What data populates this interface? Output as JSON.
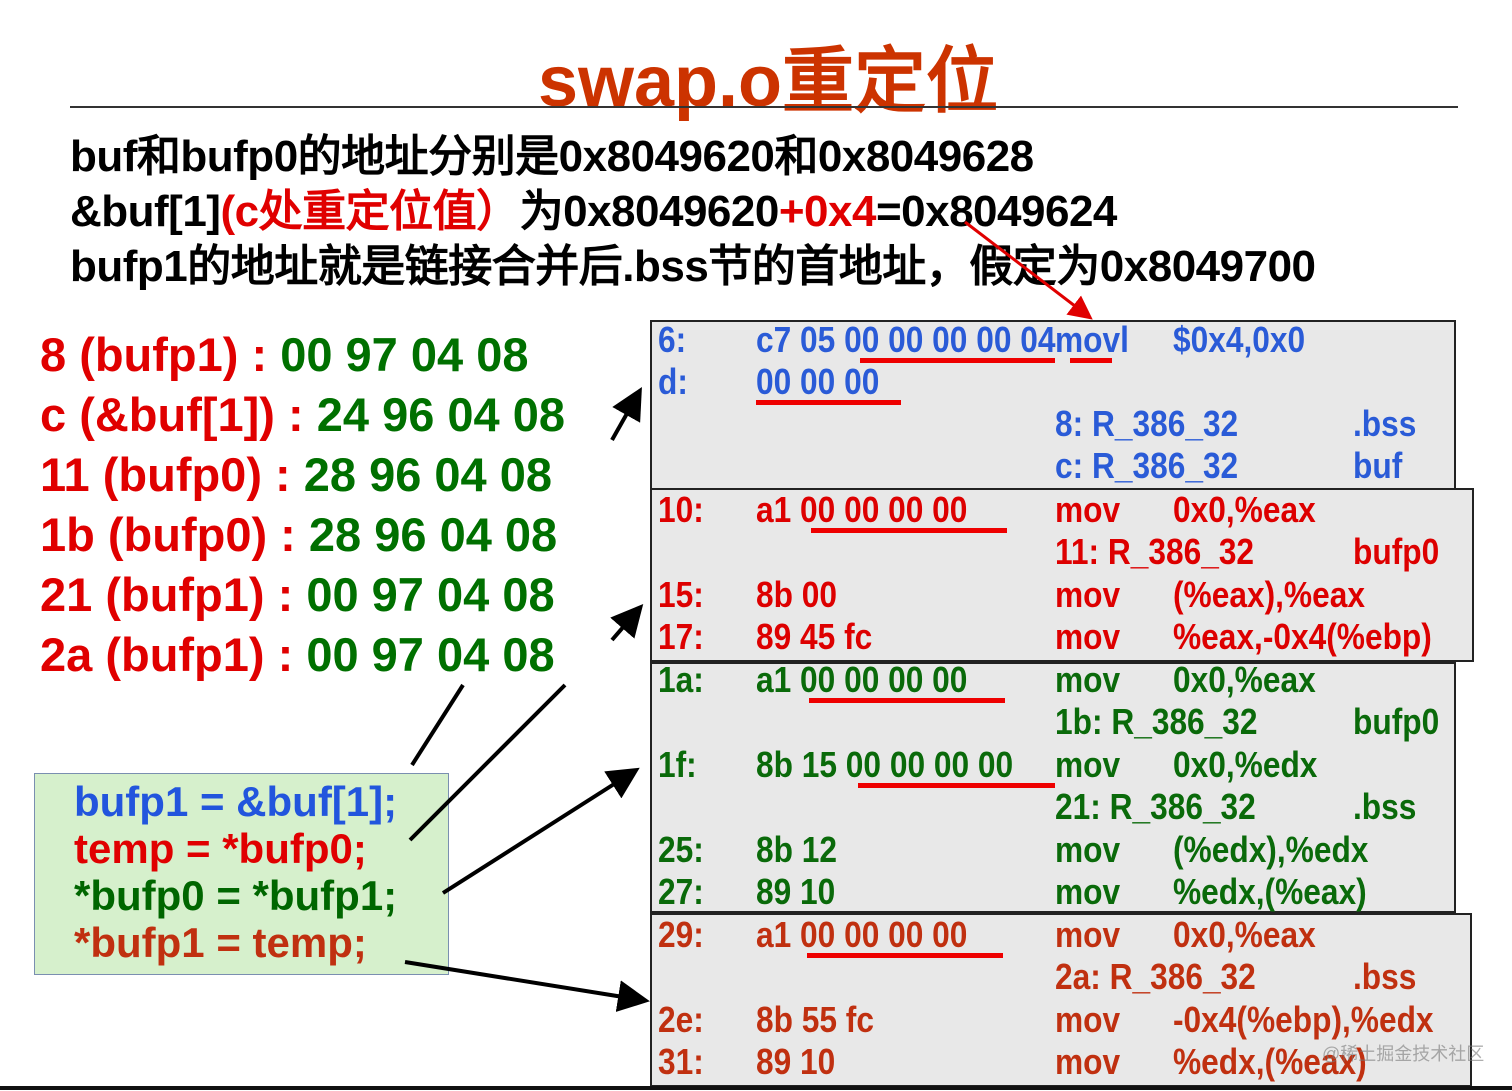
{
  "title": "swap.o重定位",
  "text_lines": {
    "line1": "buf和bufp0的地址分别是0x8049620和0x8049628",
    "line2": {
      "a": "&buf[1]",
      "b": "(c处重定位值）",
      "c": "为0x8049620",
      "d": "+0x4",
      "e": "=0x8049624"
    },
    "line3": "bufp1的地址就是链接合并后.bss节的首地址，假定为0x8049700"
  },
  "reloc_values": [
    {
      "label": "8 (bufp1) : ",
      "value": "00 97 04 08"
    },
    {
      "label": "c (&buf[1]) : ",
      "value": "24 96 04 08"
    },
    {
      "label": "11 (bufp0) : ",
      "value": "28 96 04 08"
    },
    {
      "label": "1b (bufp0) : ",
      "value": "28 96 04 08"
    },
    {
      "label": "21 (bufp1) : ",
      "value": "00 97 04 08"
    },
    {
      "label": "2a (bufp1) : ",
      "value": "00 97 04 08"
    }
  ],
  "source_code": [
    {
      "text": "bufp1 = &buf[1];",
      "color": "#2255dd"
    },
    {
      "text": "temp = *bufp0;",
      "color": "#e00000"
    },
    {
      "text": "*bufp0 = *bufp1;",
      "color": "#006600"
    },
    {
      "text": "*bufp1 = temp;",
      "color": "#c03010"
    }
  ],
  "disassembly": [
    {
      "color": "#2a5bd7",
      "rows": [
        {
          "addr": "6:",
          "bytes": "c7 05 00 00 00 00 04",
          "mn": "movl",
          "op": "$0x4,0x0"
        },
        {
          "addr": "d:",
          "bytes": "00 00 00"
        },
        {
          "reloc": "8: R_386_32",
          "sym": ".bss"
        },
        {
          "reloc": "c: R_386_32",
          "sym": "buf"
        }
      ]
    },
    {
      "color": "#dd0000",
      "rows": [
        {
          "addr": "10:",
          "bytes": "a1 00 00 00 00",
          "mn": "mov",
          "op": "0x0,%eax"
        },
        {
          "reloc": "11: R_386_32",
          "sym": "bufp0"
        },
        {
          "addr": "15:",
          "bytes": "8b 00",
          "mn": "mov",
          "op": "(%eax),%eax"
        },
        {
          "addr": "17:",
          "bytes": "89 45 fc",
          "mn": "mov",
          "op": "%eax,-0x4(%ebp)"
        }
      ]
    },
    {
      "color": "#0a6a0a",
      "rows": [
        {
          "addr": "1a:",
          "bytes": "a1 00 00 00 00",
          "mn": "mov",
          "op": "0x0,%eax"
        },
        {
          "reloc": "1b: R_386_32",
          "sym": "bufp0"
        },
        {
          "addr": "1f:",
          "bytes": "8b 15 00 00 00 00",
          "mn": "mov",
          "op": "0x0,%edx"
        },
        {
          "reloc": "21: R_386_32",
          "sym": ".bss"
        },
        {
          "addr": "25:",
          "bytes": "8b 12",
          "mn": "mov",
          "op": "(%edx),%edx"
        },
        {
          "addr": "27:",
          "bytes": "89 10",
          "mn": "mov",
          "op": "%edx,(%eax)"
        }
      ]
    },
    {
      "color": "#c03010",
      "rows": [
        {
          "addr": "29:",
          "bytes": "a1 00 00 00 00",
          "mn": "mov",
          "op": "0x0,%eax"
        },
        {
          "reloc": "2a: R_386_32",
          "sym": ".bss"
        },
        {
          "addr": "2e:",
          "bytes": "8b 55 fc",
          "mn": "mov",
          "op": "-0x4(%ebp),%edx"
        },
        {
          "addr": "31:",
          "bytes": "89 10",
          "mn": "mov",
          "op": "%edx,(%eax)"
        }
      ]
    }
  ],
  "watermark": "@稀土掘金技术社区",
  "colors": {
    "title": "#cc3300",
    "highlight": "#e00000",
    "value_green": "#007000",
    "panel_bg": "#e8e8e8",
    "code_bg": "#d6f0cc"
  }
}
